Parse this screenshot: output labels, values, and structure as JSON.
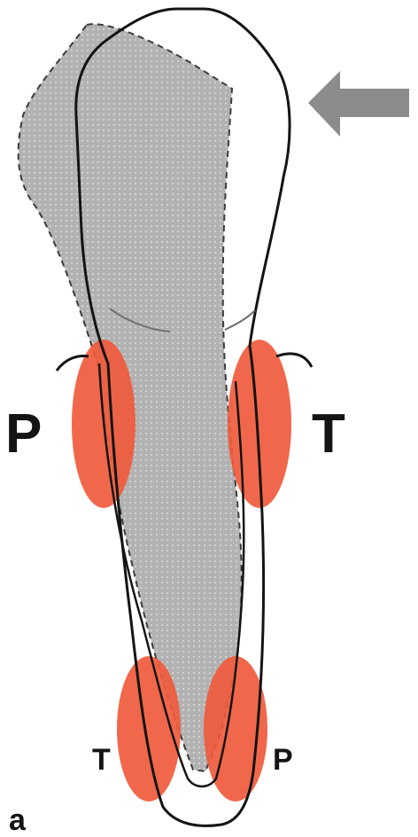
{
  "figure": {
    "panel_label": "a",
    "labels": {
      "upper_left": "P",
      "upper_right": "T",
      "lower_left": "T",
      "lower_right": "P"
    },
    "colors": {
      "displaced_tooth_fill": "#b0b0b0",
      "pressure_zone": "#f05a3c",
      "outline": "#141414",
      "arrow": "#8c8c8c"
    },
    "icons": {
      "force_arrow": "left-arrow-icon"
    }
  }
}
